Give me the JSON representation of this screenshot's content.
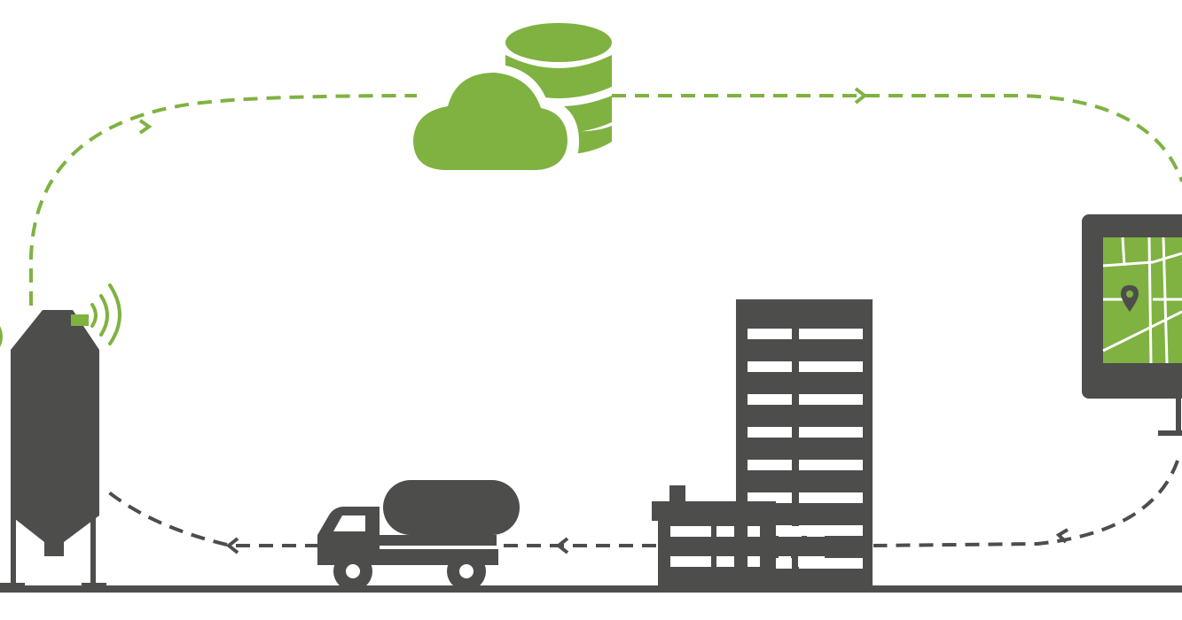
{
  "colors": {
    "accent": "#7fb241",
    "dark": "#4d4d4b",
    "background": "#ffffff",
    "window": "#ffffff"
  },
  "nodes": [
    {
      "id": "silo",
      "icon": "silo-icon"
    },
    {
      "id": "sensor",
      "icon": "wireless-sensor-icon"
    },
    {
      "id": "cloud",
      "icon": "cloud-icon"
    },
    {
      "id": "database",
      "icon": "database-icon"
    },
    {
      "id": "monitor",
      "icon": "map-monitor-icon"
    },
    {
      "id": "building",
      "icon": "office-building-icon"
    },
    {
      "id": "factory",
      "icon": "factory-icon"
    },
    {
      "id": "truck",
      "icon": "tanker-truck-icon"
    }
  ],
  "flows": [
    {
      "from": "silo",
      "to": "cloud",
      "style": "dashed",
      "color": "accent"
    },
    {
      "from": "cloud",
      "to": "monitor",
      "style": "dashed",
      "color": "accent"
    },
    {
      "from": "monitor",
      "to": "factory",
      "style": "dashed",
      "color": "dark"
    },
    {
      "from": "factory",
      "to": "truck",
      "style": "dashed",
      "color": "dark"
    },
    {
      "from": "truck",
      "to": "silo",
      "style": "dashed",
      "color": "dark"
    }
  ]
}
